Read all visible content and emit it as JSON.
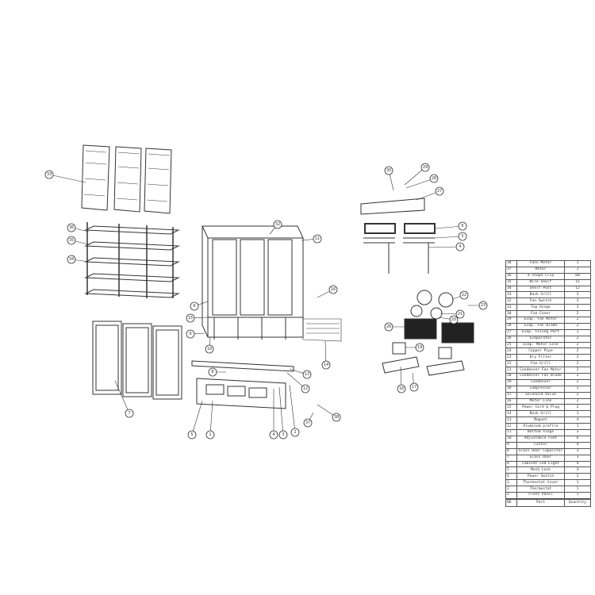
{
  "table": {
    "header": {
      "no": "NO",
      "part": "Part",
      "qty": "Quantity"
    },
    "rows": [
      {
        "no": "38",
        "part": "Fans Motor",
        "qty": "1"
      },
      {
        "no": "37",
        "part": "Motor",
        "qty": "1"
      },
      {
        "no": "36",
        "part": "X-shape Clip",
        "qty": "60"
      },
      {
        "no": "35",
        "part": "Wire Shelf",
        "qty": "15"
      },
      {
        "no": "34",
        "part": "Shelf Post",
        "qty": "12"
      },
      {
        "no": "33",
        "part": "Back Grill",
        "qty": "3"
      },
      {
        "no": "32",
        "part": "Fan Switch",
        "qty": "3"
      },
      {
        "no": "31",
        "part": "Top Hinge",
        "qty": "3"
      },
      {
        "no": "30",
        "part": "Fan Cover",
        "qty": "2"
      },
      {
        "no": "29",
        "part": "Evap. Fan Motor",
        "qty": "2"
      },
      {
        "no": "28",
        "part": "Evap. Fan Blade",
        "qty": "2"
      },
      {
        "no": "27",
        "part": "Evap. Fixing Part",
        "qty": "1"
      },
      {
        "no": "26",
        "part": "Evaporator",
        "qty": "2"
      },
      {
        "no": "25",
        "part": "Evap. Motor Line",
        "qty": "2"
      },
      {
        "no": "24",
        "part": "Copper Pipe",
        "qty": "2"
      },
      {
        "no": "23",
        "part": "Dry Filter",
        "qty": "2"
      },
      {
        "no": "22",
        "part": "Fan Grill",
        "qty": "2"
      },
      {
        "no": "21",
        "part": "Condenser Fan Motor",
        "qty": "2"
      },
      {
        "no": "20",
        "part": "Condenser Fan Blade",
        "qty": "2"
      },
      {
        "no": "19",
        "part": "Condenser",
        "qty": "2"
      },
      {
        "no": "18",
        "part": "Compressor",
        "qty": "2"
      },
      {
        "no": "17",
        "part": "Solenoid Valve",
        "qty": "2"
      },
      {
        "no": "16",
        "part": "Motor Line",
        "qty": "2"
      },
      {
        "no": "15",
        "part": "Power Cord & Plug",
        "qty": "2"
      },
      {
        "no": "14",
        "part": "Back Grill",
        "qty": "1"
      },
      {
        "no": "13",
        "part": "Magnet",
        "qty": "4"
      },
      {
        "no": "12",
        "part": "Aluminum profile",
        "qty": "1"
      },
      {
        "no": "11",
        "part": "Bottom hinge",
        "qty": "3"
      },
      {
        "no": "10",
        "part": "Adjustable Feet",
        "qty": "6"
      },
      {
        "no": "9",
        "part": "Castor",
        "qty": "4"
      },
      {
        "no": "8",
        "part": "Glass Door Capacitor",
        "qty": "3"
      },
      {
        "no": "7",
        "part": "Glass Door",
        "qty": "3"
      },
      {
        "no": "6",
        "part": "Cabinet Led Light",
        "qty": "4"
      },
      {
        "no": "5",
        "part": "Mesh Lock",
        "qty": "3"
      },
      {
        "no": "4",
        "part": "Power Switch",
        "qty": "2"
      },
      {
        "no": "3",
        "part": "Thermostat Cover",
        "qty": "1"
      },
      {
        "no": "2",
        "part": "Thermostat",
        "qty": "1"
      },
      {
        "no": "1",
        "part": "Front Panel",
        "qty": "1"
      }
    ]
  },
  "callouts": [
    "33",
    "36",
    "35",
    "34",
    "7",
    "32",
    "11",
    "6",
    "15",
    "9",
    "10",
    "14",
    "13",
    "12",
    "8",
    "5",
    "1",
    "4",
    "3",
    "2",
    "38",
    "37",
    "30",
    "29",
    "28",
    "27",
    "6",
    "5",
    "4",
    "22",
    "23",
    "21",
    "20",
    "26",
    "19",
    "18",
    "17",
    "16"
  ]
}
